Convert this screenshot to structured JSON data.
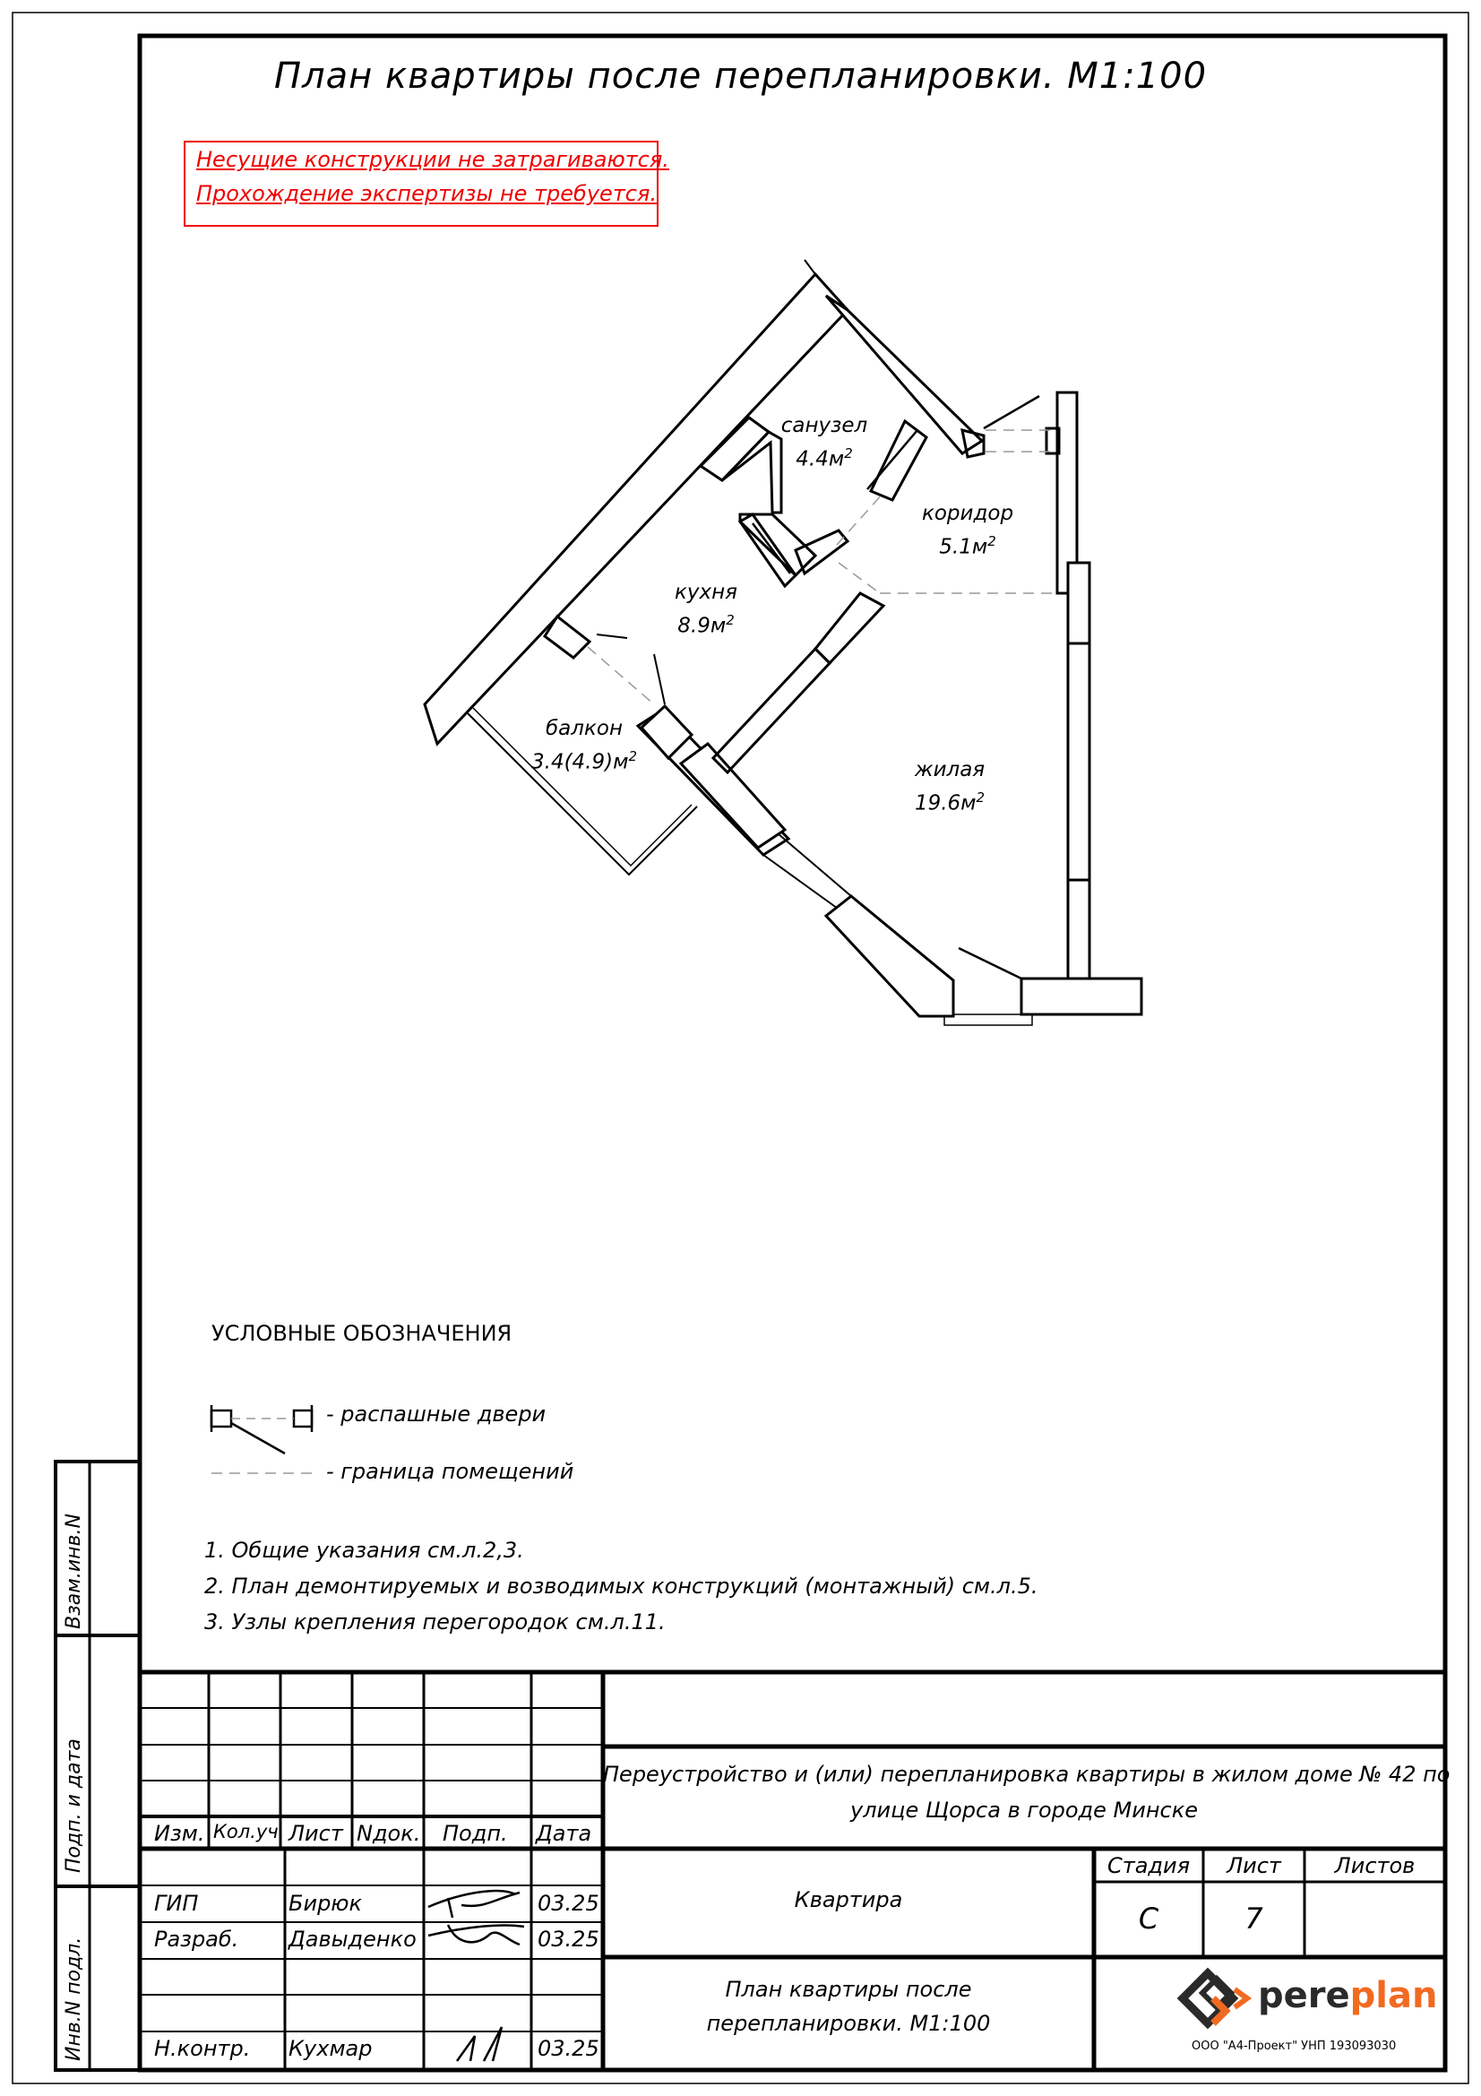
{
  "title": "План квартиры после перепланировки. М1:100",
  "notice": {
    "line1": "Несущие конструкции не затрагиваются.",
    "line2": "Прохождение экспертизы не требуется."
  },
  "rooms": [
    {
      "name": "санузел",
      "area": "4.4м",
      "sup": "2"
    },
    {
      "name": "коридор",
      "area": "5.1м",
      "sup": "2"
    },
    {
      "name": "кухня",
      "area": "8.9м",
      "sup": "2"
    },
    {
      "name": "балкон",
      "area": "3.4(4.9)м",
      "sup": "2"
    },
    {
      "name": "жилая",
      "area": "19.6м",
      "sup": "2"
    }
  ],
  "legend": {
    "heading": "УСЛОВНЫЕ ОБОЗНАЧЕНИЯ",
    "doors": "- распашные двери",
    "boundary": "- граница помещений"
  },
  "notes": [
    "1.  Общие указания см.л.2,3.",
    "2.  План демонтируемых и возводимых конструкций (монтажный) см.л.5.",
    "3.  Узлы крепления перегородок см.л.11."
  ],
  "side_labels": {
    "vzam": "Взам.инв.N",
    "podp": "Подп. и дата",
    "inv": "Инв.N подл."
  },
  "stamp": {
    "headers": {
      "izm": "Изм.",
      "kol": "Кол.уч.",
      "list": "Лист",
      "ndok": "Nдок.",
      "podp": "Подп.",
      "data": "Дата"
    },
    "people": [
      {
        "role": "ГИП",
        "name": "Бирюк",
        "date": "03.25"
      },
      {
        "role": "Разраб.",
        "name": "Давыденко",
        "date": "03.25"
      },
      {
        "role": "Н.контр.",
        "name": "Кухмар",
        "date": "03.25"
      }
    ],
    "project_line1": "Переустройство и (или) перепланировка квартиры в жилом доме № 42 по",
    "project_line2": "улице Щорса в городе Минске",
    "object": "Квартира",
    "stage_header": "Стадия",
    "sheet_header": "Лист",
    "sheets_header": "Листов",
    "stage": "С",
    "sheet": "7",
    "drawing_line1": "План квартиры после",
    "drawing_line2": "перепланировки. М1:100",
    "logo_pere": "pere",
    "logo_plan": "plan",
    "company": "ООО \"А4-Проект\" УНП 193093030"
  },
  "colors": {
    "notice": "#e00000",
    "logo_orange": "#f26a21",
    "logo_dark": "#2a2a2a"
  }
}
